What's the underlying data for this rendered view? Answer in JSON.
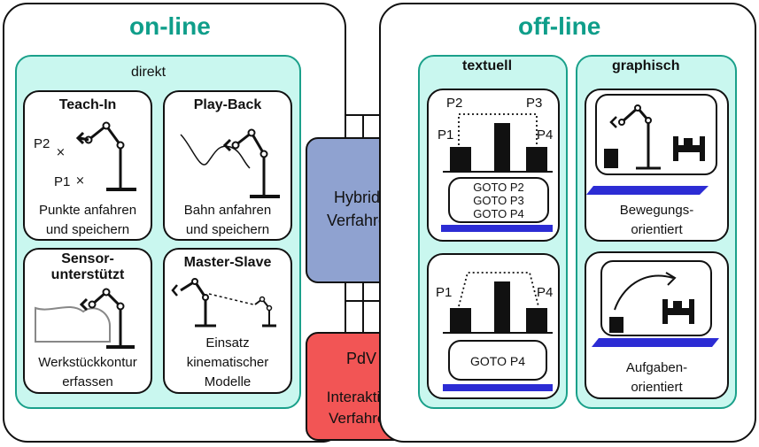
{
  "online": {
    "title": "on-line",
    "group_label": "direkt",
    "teach_in": {
      "title": "Teach-In",
      "p2": "P2",
      "p1": "P1",
      "caption_1": "Punkte anfahren",
      "caption_2": "und speichern"
    },
    "play_back": {
      "title": "Play-Back",
      "caption_1": "Bahn anfahren",
      "caption_2": "und speichern"
    },
    "sensor": {
      "title_1": "Sensor-",
      "title_2": "unterstützt",
      "caption_1": "Werkstückkontur",
      "caption_2": "erfassen"
    },
    "master_slave": {
      "title": "Master-Slave",
      "caption_1": "Einsatz",
      "caption_2": "kinematischer",
      "caption_3": "Modelle"
    }
  },
  "center": {
    "hybrid_1": "Hybride",
    "hybrid_2": "Verfahren",
    "pdv": "PdV",
    "interactive_1": "Interaktive",
    "interactive_2": "Verfahren",
    "hybrid_color": "#8fa2d0",
    "pdv_color": "#f25555"
  },
  "offline": {
    "title": "off-line",
    "textuell": {
      "title": "textuell",
      "top": {
        "p1": "P1",
        "p2": "P2",
        "p3": "P3",
        "p4": "P4",
        "code_1": "GOTO P2",
        "code_2": "GOTO P3",
        "code_3": "GOTO P4"
      },
      "bottom": {
        "p1": "P1",
        "p4": "P4",
        "code_1": "GOTO P4"
      }
    },
    "graphisch": {
      "title": "graphisch",
      "caption_top_1": "Bewegungs-",
      "caption_top_2": "orientiert",
      "caption_bottom_1": "Aufgaben-",
      "caption_bottom_2": "orientiert"
    }
  },
  "colors": {
    "accent": "#0f9e8a",
    "panel": "#c9f7ef"
  }
}
